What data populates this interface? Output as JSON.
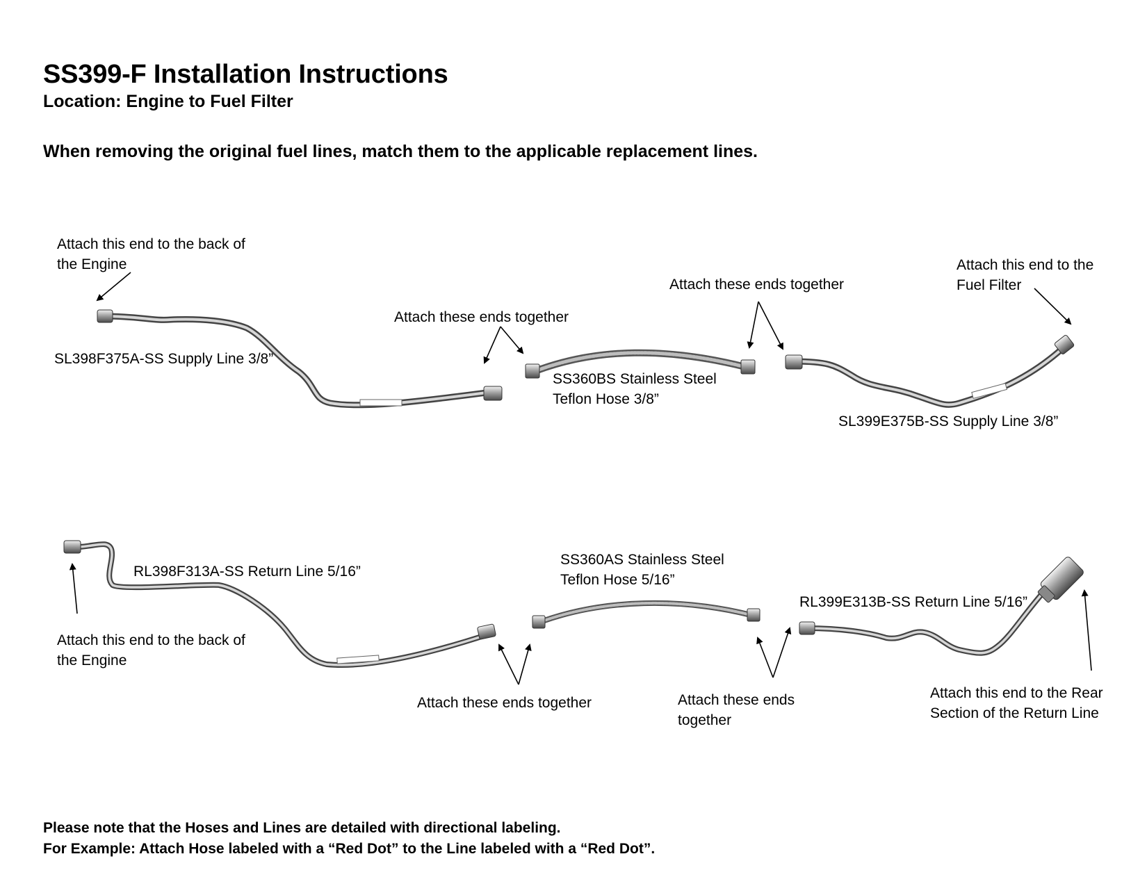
{
  "header": {
    "title": "SS399-F Installation Instructions",
    "subtitle": "Location: Engine to Fuel Filter",
    "instruction": "When removing the original fuel lines, match them to the applicable replacement lines."
  },
  "supply_row": {
    "engine_callout": [
      "Attach this end to the back of",
      "the Engine"
    ],
    "line_a_label": "SL398F375A-SS Supply Line 3/8”",
    "join_1": "Attach these ends together",
    "hose_label": [
      "SS360BS Stainless Steel",
      "Teflon Hose 3/8”"
    ],
    "join_2": "Attach these ends together",
    "filter_callout": [
      "Attach this end to the",
      "Fuel Filter"
    ],
    "line_b_label": "SL399E375B-SS Supply Line 3/8”"
  },
  "return_row": {
    "line_a_label": "RL398F313A-SS Return Line 5/16”",
    "engine_callout": [
      "Attach this end to the back of",
      "the Engine"
    ],
    "hose_label": [
      "SS360AS Stainless Steel",
      "Teflon Hose 5/16”"
    ],
    "join_1": "Attach these ends together",
    "join_2": [
      "Attach these ends",
      "together"
    ],
    "line_b_label": "RL399E313B-SS Return Line 5/16”",
    "rear_callout": [
      "Attach this end to the Rear",
      "Section of the Return Line"
    ]
  },
  "footer": {
    "note_1": "Please note that the Hoses and Lines are detailed with directional labeling.",
    "note_2": "For Example: Attach Hose labeled with a “Red Dot” to the Line labeled with a “Red Dot”."
  }
}
